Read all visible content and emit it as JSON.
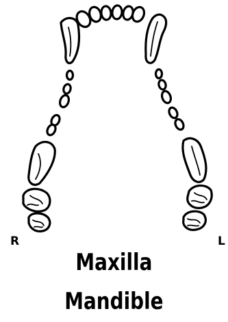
{
  "diagram": {
    "left_side_label": "R",
    "right_side_label": "L",
    "upper_caption": "Maxilla",
    "lower_caption": "Mandible"
  },
  "icons": {
    "arch": "dental-arch-chart-icon"
  },
  "colors": {
    "line": "#000000",
    "background": "#ffffff"
  }
}
